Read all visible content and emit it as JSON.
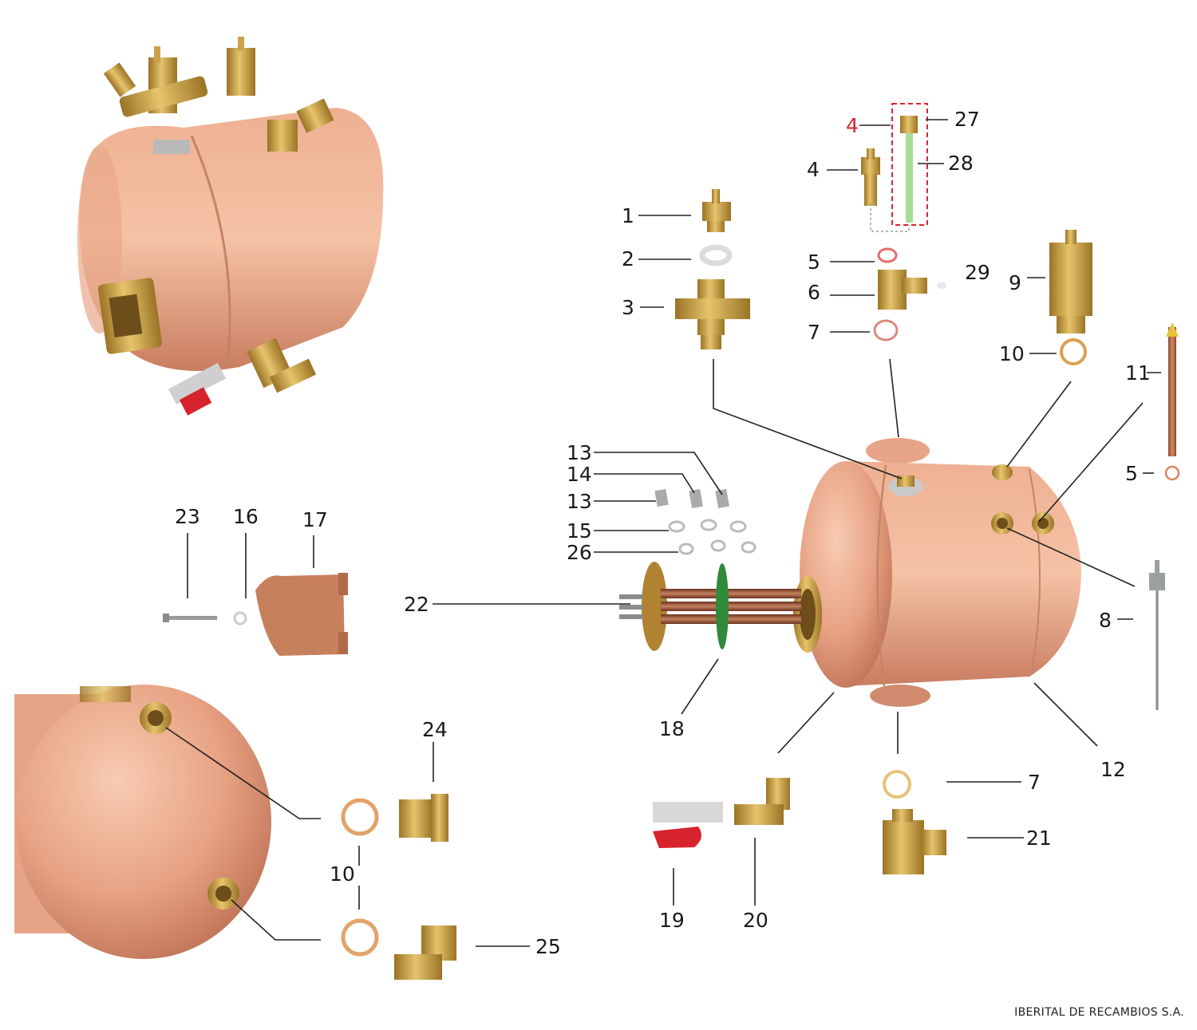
{
  "footer": {
    "company": "IBERITAL DE RECAMBIOS S.A."
  },
  "callouts": {
    "c1": "1",
    "c2": "2",
    "c3": "3",
    "c4a": "4",
    "c4b": "4",
    "c5a": "5",
    "c5b": "5",
    "c6": "6",
    "c7a": "7",
    "c7b": "7",
    "c8": "8",
    "c9": "9",
    "c10a": "10",
    "c10b": "10",
    "c11": "11",
    "c12": "12",
    "c13a": "13",
    "c13b": "13",
    "c14": "14",
    "c15": "15",
    "c16": "16",
    "c17": "17",
    "c18": "18",
    "c19": "19",
    "c20": "20",
    "c21": "21",
    "c22": "22",
    "c23": "23",
    "c24": "24",
    "c25": "25",
    "c26": "26",
    "c27": "27",
    "c28": "28",
    "c29": "29"
  },
  "colors": {
    "copper_light": "#f2b79a",
    "copper_mid": "#dd9476",
    "copper_dark": "#b8684c",
    "brass": "#cfa24a",
    "brass_dark": "#9a7325",
    "highlight_red": "#d8232f",
    "tube_green": "#a8dc9a"
  }
}
